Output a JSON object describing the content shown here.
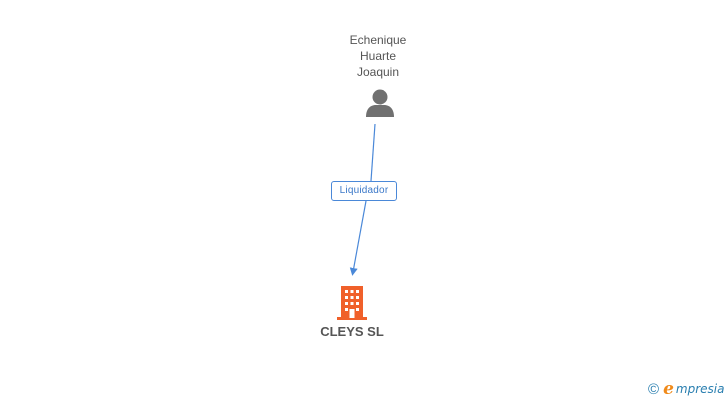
{
  "person": {
    "name_lines": [
      "Echenique",
      "Huarte",
      "Joaquin"
    ],
    "icon": "person-icon",
    "color": "#707070"
  },
  "relation": {
    "label": "Liquidador",
    "color": "#4a88d8"
  },
  "company": {
    "name": "CLEYS SL",
    "icon": "building-icon",
    "color": "#f0602a"
  },
  "watermark": {
    "symbol": "©",
    "brand_first": "e",
    "brand_rest": "mpresia"
  }
}
